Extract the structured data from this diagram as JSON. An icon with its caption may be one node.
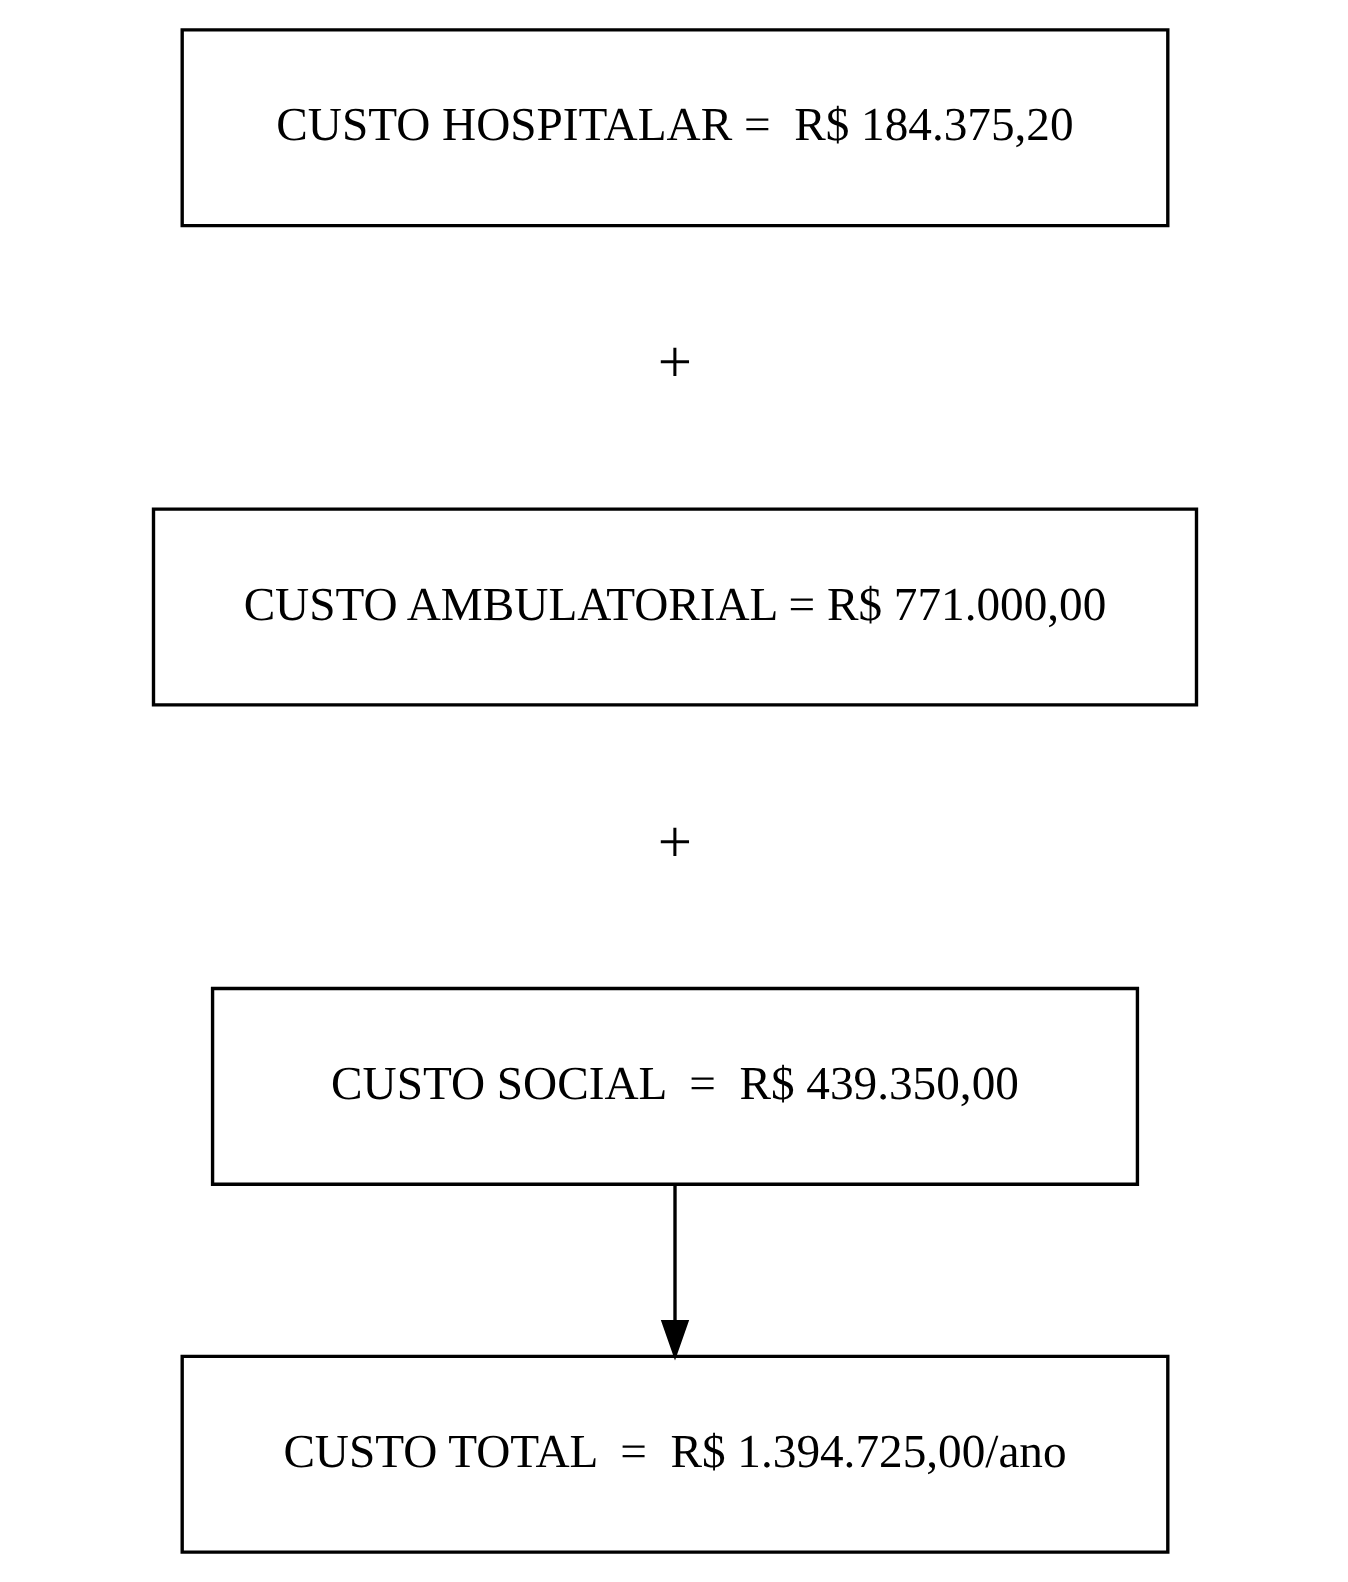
{
  "diagram": {
    "nodes": [
      {
        "text": [
          "CUSTO HOSPITALAR =  R$ 184.375,20"
        ]
      },
      {
        "text": [
          "CUSTO AMBULATORIAL = R$ 771.000,00"
        ]
      },
      {
        "text": [
          "CUSTO SOCIAL  =  R$ 439.350,00"
        ]
      },
      {
        "text": [
          "CUSTO TOTAL  =  R$ 1.394.725,00/ano"
        ]
      }
    ],
    "edges": [
      {
        "from": 2,
        "to": 3,
        "arrow": "to"
      }
    ],
    "labels": [
      "+",
      "+"
    ]
  }
}
